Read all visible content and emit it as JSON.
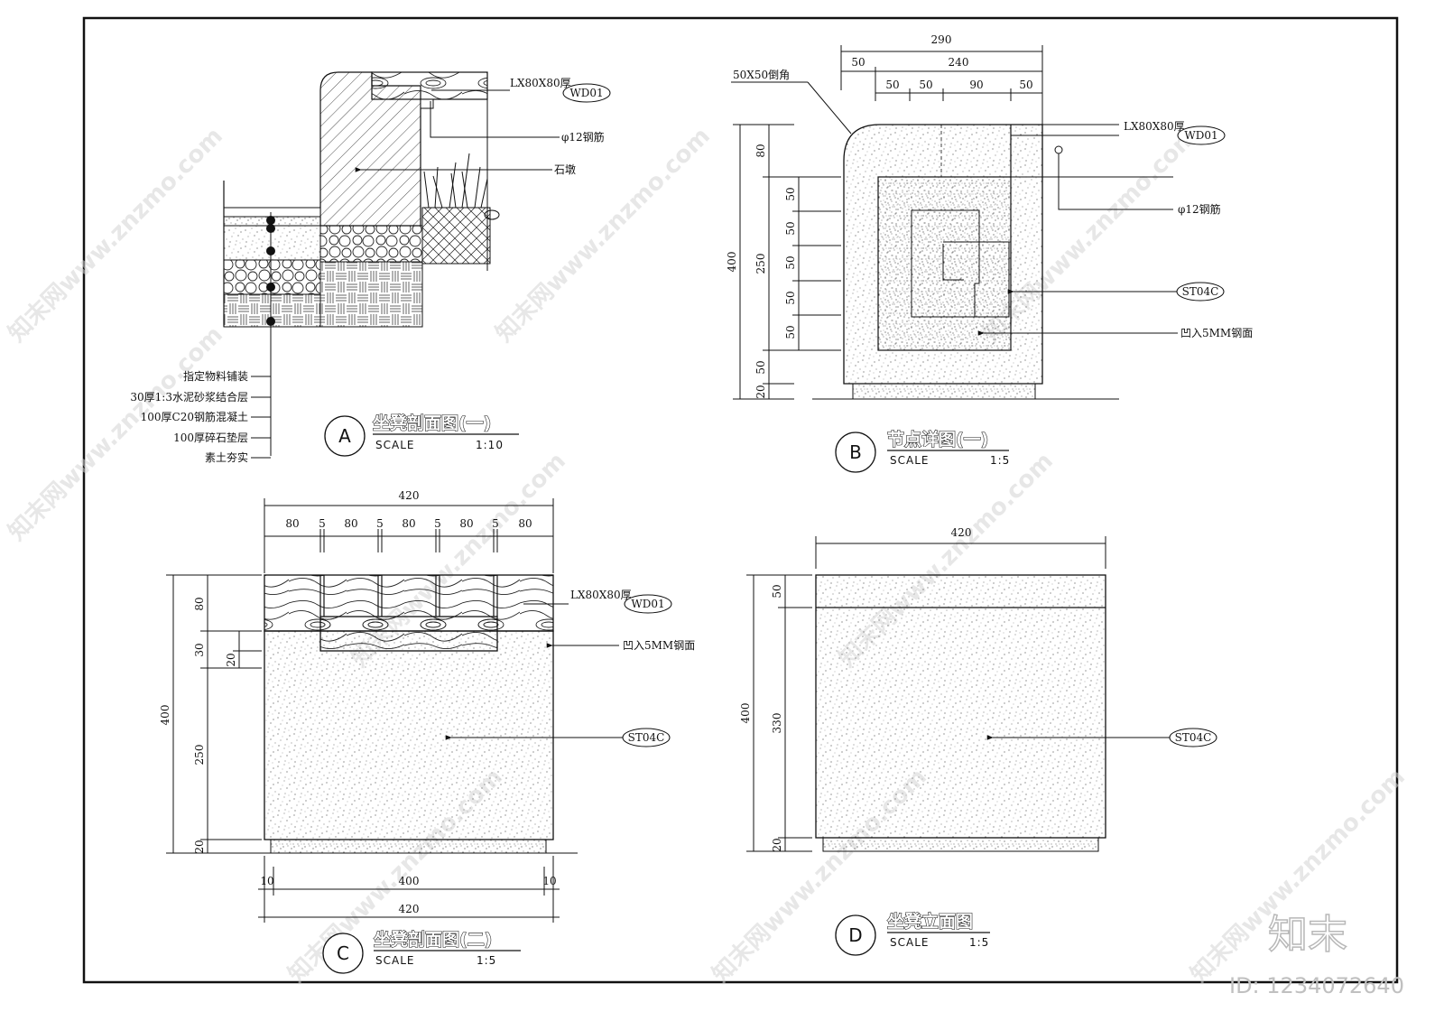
{
  "brand": {
    "logo_text": "知末",
    "id_text": "ID: 1234072640"
  },
  "watermark_text": "知末网www.znzmo.com",
  "view_a": {
    "marker": "A",
    "title": "坐凳剖面图(一)",
    "scale_word": "SCALE",
    "scale_value": "1:10",
    "labels": {
      "timber": "LX80X80厚",
      "tag": "WD01",
      "rebar": "φ12钢筋",
      "pier": "石墩"
    },
    "layers": [
      "指定物料铺装",
      "30厚1:3水泥砂浆结合层",
      "100厚C20钢筋混凝土",
      "100厚碎石垫层",
      "素土夯实"
    ]
  },
  "view_b": {
    "marker": "B",
    "title": "节点详图(一)",
    "scale_word": "SCALE",
    "scale_value": "1:5",
    "top_dims": {
      "overall": "290",
      "left": "50",
      "inner": "240",
      "sub": [
        "50",
        "50",
        "90",
        "50"
      ]
    },
    "left_dims": {
      "total": "400",
      "top": "80",
      "mid": "250",
      "bottom": "50",
      "base": "20",
      "steps": [
        "50",
        "50",
        "50",
        "50",
        "50"
      ]
    },
    "labels": {
      "chamfer": "50X50倒角",
      "timber": "LX80X80厚",
      "tag": "WD01",
      "rebar": "φ12钢筋",
      "stone": "ST04C",
      "recess": "凹入5MM钢面"
    }
  },
  "view_c": {
    "marker": "C",
    "title": "坐凳剖面图(二)",
    "scale_word": "SCALE",
    "scale_value": "1:5",
    "top_dims": {
      "overall": "420",
      "segments": [
        "80",
        "5",
        "80",
        "5",
        "80",
        "5",
        "80",
        "5",
        "80"
      ]
    },
    "left_dims": {
      "total": "400",
      "a": "80",
      "b": "30",
      "c": "20",
      "d": "250",
      "e": "20"
    },
    "bottom_dims": {
      "left": "10",
      "inner": "400",
      "right": "10",
      "overall": "420"
    },
    "labels": {
      "timber": "LX80X80厚",
      "tag": "WD01",
      "recess": "凹入5MM钢面",
      "stone": "ST04C"
    }
  },
  "view_d": {
    "marker": "D",
    "title": "坐凳立面图",
    "scale_word": "SCALE",
    "scale_value": "1:5",
    "top_dims": {
      "overall": "420"
    },
    "left_dims": {
      "total": "400",
      "top": "50",
      "mid": "330",
      "base": "20"
    },
    "labels": {
      "stone": "ST04C"
    }
  }
}
